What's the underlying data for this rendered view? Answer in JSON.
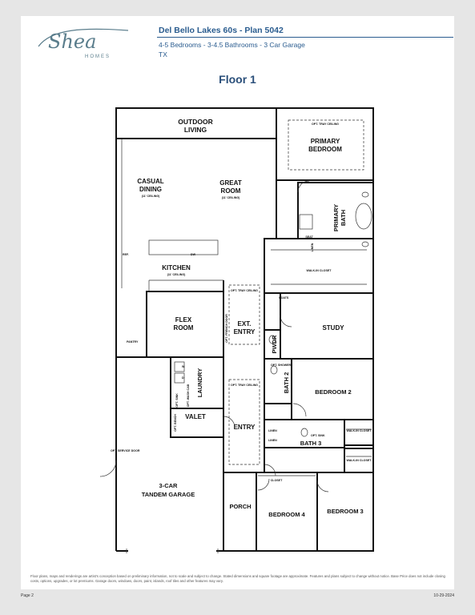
{
  "brand": {
    "logo_word": "Shea",
    "logo_sub": "HOMES",
    "logo_color": "#5a7d8c"
  },
  "header": {
    "title": "Del Bello Lakes 60s - Plan 5042",
    "specs": "4-5 Bedrooms - 3-4.5 Bathrooms - 3 Car Garage",
    "state": "TX"
  },
  "floor_title": "Floor 1",
  "rooms": {
    "outdoor_living_1": "OUTDOOR",
    "outdoor_living_2": "LIVING",
    "primary_bedroom_1": "PRIMARY",
    "primary_bedroom_2": "BEDROOM",
    "opt_tray_ceiling": "OPT. TRAY CEILING",
    "casual_dining_1": "CASUAL",
    "casual_dining_2": "DINING",
    "great_room_1": "GREAT",
    "great_room_2": "ROOM",
    "ceiling_11": "(11' CEILING)",
    "primary_bath_1": "PRIMARY",
    "primary_bath_2": "BATH",
    "seat": "SEAT",
    "linen": "LINEN",
    "walk_in_closet": "WALK-IN CLOSET",
    "ref": "REF.",
    "dw": "DW",
    "kitchen": "KITCHEN",
    "flex_room_1": "FLEX",
    "flex_room_2": "ROOM",
    "pantry": "PANTRY",
    "opt_tray_ceiling_2": "OPT. TRAY CEILING",
    "ext_entry_1": "EXT.",
    "ext_entry_2": "ENTRY",
    "opt_french_door": "OPT. FRENCH DOOR",
    "coats": "COATS",
    "study": "STUDY",
    "pwdr": "PWDR",
    "opt_shower": "OPT. SHOWER",
    "bath_2": "BATH 2",
    "bedroom_2": "BEDROOM 2",
    "laundry": "LAUNDRY",
    "w": "W",
    "d": "D",
    "opt_sink": "OPT. SINK",
    "opt_wash_cab": "OPT. WASH CAB",
    "opt_bench": "OPT. BENCH",
    "valet": "VALET",
    "entry": "ENTRY",
    "opt_sink_2": "OPT. SINK",
    "bath_3": "BATH 3",
    "walk_in_closet_2": "WALK-IN CLOSET",
    "walk_in_closet_3": "WALK-IN CLOSET",
    "opt_service_door": "OPT. SERVICE DOOR",
    "garage_1": "3-CAR",
    "garage_2": "TANDEM GARAGE",
    "closet": "CLOSET",
    "porch": "PORCH",
    "bedroom_4": "BEDROOM 4",
    "bedroom_3": "BEDROOM 3"
  },
  "disclaimer": "Floor plans, maps and renderings are artist's conception based on preliminary information, not to scale and subject to change. Stated dimensions and square footage are approximate. Features and plans subject to change without notice. Base Price does not include closing costs, options, upgrades, or lot premiums. Garage doors, windows, doors, paint, islands, roof tiles and other features may vary.",
  "footer": {
    "page": "Page 2",
    "date": "10-29-2024"
  }
}
